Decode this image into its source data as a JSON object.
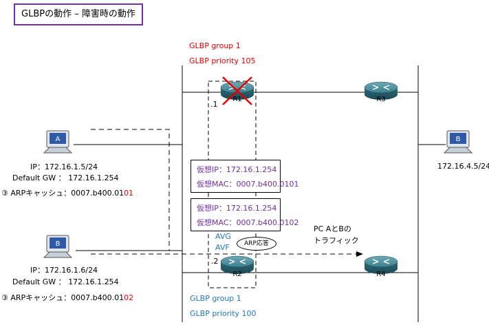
{
  "title": "GLBPの動作 – 障害時の動作",
  "r1": {
    "group": "GLBP group 1",
    "priority": "GLBP priority 105",
    "name": "R1",
    "if_label": ".1"
  },
  "r2": {
    "group": "GLBP group 1",
    "priority": "GLBP priority 100",
    "name": "R2",
    "if_label": ".2",
    "avg": "AVG",
    "avf": "AVF"
  },
  "r3": {
    "name": "R3"
  },
  "r4": {
    "name": "R4"
  },
  "pc_a": {
    "label": "A",
    "ip": "IP：172.16.1.5/24",
    "gw": "Default GW ： 172.16.1.254",
    "arp_prefix": "③ ARPキャッシュ：0007.b400.01",
    "arp_suffix": "01"
  },
  "pc_b": {
    "label": "B",
    "ip": "IP：172.16.1.6/24",
    "gw": "Default GW ： 172.16.1.254",
    "arp_prefix": "③ ARPキャッシュ：0007.b400.01",
    "arp_suffix": "02"
  },
  "pc_remote": {
    "label": "B",
    "ip": "172.16.4.5/24"
  },
  "vip1": {
    "ip": "仮想IP：172.16.1.254",
    "mac": "仮想MAC：0007.b400.0101"
  },
  "vip2": {
    "ip": "仮想IP：172.16.1.254",
    "mac": "仮想MAC：0007.b400.0102"
  },
  "arp_reply": "ARP応答",
  "traffic": {
    "line1": "PC AとBの",
    "line2": "トラフィック"
  },
  "colors": {
    "purple": "#7030a0",
    "red": "#e00000",
    "blue": "#1f77c0",
    "router": "#3c7f8e"
  }
}
